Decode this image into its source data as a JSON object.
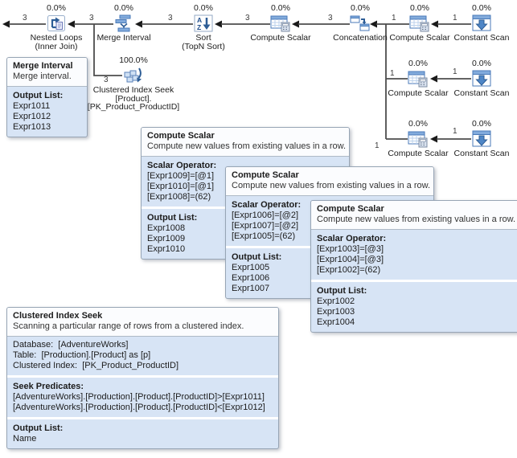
{
  "nodes": {
    "nested_loops": {
      "pct": "0.0%",
      "line1": "Nested Loops",
      "line2": "(Inner Join)"
    },
    "merge_interval": {
      "pct": "0.0%",
      "line1": "Merge Interval"
    },
    "sort": {
      "pct": "0.0%",
      "line1": "Sort",
      "line2": "(TopN Sort)"
    },
    "compute_scalar_mid": {
      "pct": "0.0%",
      "line1": "Compute Scalar"
    },
    "concatenation": {
      "pct": "0.0%",
      "line1": "Concatenation"
    },
    "compute_scalar_r1": {
      "pct": "0.0%",
      "line1": "Compute Scalar"
    },
    "constant_scan_r1": {
      "pct": "0.0%",
      "line1": "Constant Scan"
    },
    "compute_scalar_r2": {
      "pct": "0.0%",
      "line1": "Compute Scalar"
    },
    "constant_scan_r2": {
      "pct": "0.0%",
      "line1": "Constant Scan"
    },
    "compute_scalar_r3": {
      "pct": "0.0%",
      "line1": "Compute Scalar"
    },
    "constant_scan_r3": {
      "pct": "0.0%",
      "line1": "Constant Scan"
    },
    "clustered_index_seek": {
      "pct": "100.0%",
      "line1": "Clustered Index Seek",
      "line2": "[Product].",
      "line3": "[PK_Product_ProductID]"
    }
  },
  "edges": {
    "rows_nl_out": "3",
    "rows_mi_nl": "3",
    "rows_cis_nl": "3",
    "rows_sort_mi": "3",
    "rows_cs_sort": "3",
    "rows_concat_cs": "3",
    "rows_cs1_concat": "1",
    "rows_scan1_cs1": "1",
    "rows_cs2_concat": "1",
    "rows_scan2_cs2": "1",
    "rows_cs3_concat": "1",
    "rows_scan3_cs3": "1"
  },
  "tooltips": {
    "merge_interval": {
      "title": "Merge Interval",
      "desc": "Merge interval.",
      "output_label": "Output List:",
      "output": [
        "Expr1011",
        "Expr1012",
        "Expr1013"
      ]
    },
    "compute_scalar_1": {
      "title": "Compute Scalar",
      "desc": "Compute new values from existing values in a row.",
      "scalar_label": "Scalar Operator:",
      "scalar": [
        "[Expr1009]=[@1]",
        "[Expr1010]=[@1]",
        "[Expr1008]=(62)"
      ],
      "output_label": "Output List:",
      "output": [
        "Expr1008",
        "Expr1009",
        "Expr1010"
      ]
    },
    "compute_scalar_2": {
      "title": "Compute Scalar",
      "desc": "Compute new values from existing values in a row.",
      "scalar_label": "Scalar Operator:",
      "scalar": [
        "[Expr1006]=[@2]",
        "[Expr1007]=[@2]",
        "[Expr1005]=(62)"
      ],
      "output_label": "Output List:",
      "output": [
        "Expr1005",
        "Expr1006",
        "Expr1007"
      ]
    },
    "compute_scalar_3": {
      "title": "Compute Scalar",
      "desc": "Compute new values from existing values in a row.",
      "scalar_label": "Scalar Operator:",
      "scalar": [
        "[Expr1003]=[@3]",
        "[Expr1004]=[@3]",
        "[Expr1002]=(62)"
      ],
      "output_label": "Output List:",
      "output": [
        "Expr1002",
        "Expr1003",
        "Expr1004"
      ]
    },
    "clustered_index_seek": {
      "title": "Clustered Index Seek",
      "desc": "Scanning a particular range of rows from a clustered index.",
      "info": [
        "Database:  [AdventureWorks]",
        "Table:  [Production].[Product] as [p]",
        "Clustered Index:  [PK_Product_ProductID]"
      ],
      "seek_label": "Seek Predicates:",
      "seek": [
        "[AdventureWorks].[Production].[Product].[ProductID]>[Expr1011]",
        "[AdventureWorks].[Production].[Product].[ProductID]<[Expr1012]"
      ],
      "output_label": "Output List:",
      "output": [
        "Name"
      ]
    }
  }
}
